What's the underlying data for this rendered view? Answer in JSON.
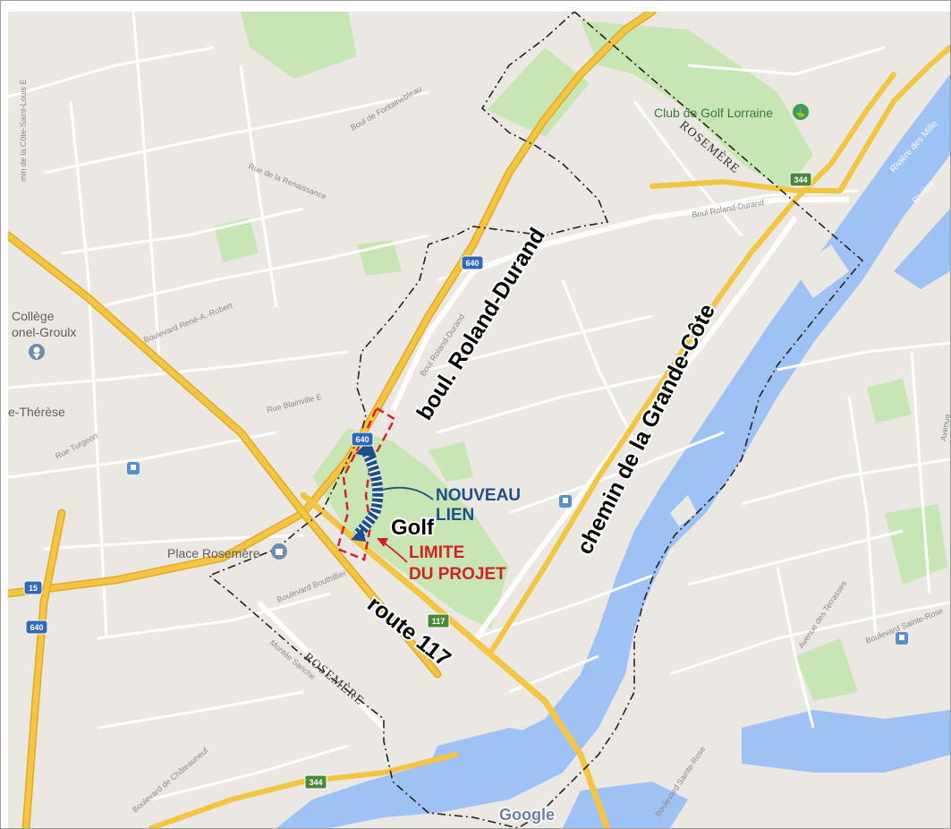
{
  "places": {
    "college_line1": "Collège",
    "college_line2": "onel-Groulx",
    "therese": "e-Thérèse",
    "place_rosemere": "Place Rosemère",
    "club_golf": "Club de Golf Lorraine"
  },
  "streets": {
    "cote_saint_louis": "min de la Côte-Saint-Louis E",
    "fontainebleau": "Boul de Fontainebleau",
    "renaissance": "Rue de la Renaissance",
    "rene_robert": "Boulevard René-A.-Robert",
    "blainville": "Rue Blainville E",
    "turgeon": "Rue Turgeon",
    "roland_durand_small": "Boul Roland-Durand",
    "roland_durand_small2": "Boul Roland-Durand",
    "bouthillier": "Boulevard Bouthillier",
    "montee_sanche": "Montée Sanche",
    "chateauneuf": "Boulevard de Châteauneuf",
    "terrasses": "Avenue des Terrasses",
    "sainte_rose": "Boulevard Sainte-Rose",
    "sainte_rose_small": "Boulevard Sainte-Rose",
    "avenue_right": "Avenue"
  },
  "water": {
    "riviere_1": "Rivière des Mille",
    "riviere_2": "Rivière"
  },
  "borders": {
    "rosemere_top": "ROSEMÈRE",
    "rosemere_bottom": "ROSEMÈRE"
  },
  "shields": {
    "a640_top": "640",
    "a640_mid": "640",
    "a640_left": "640",
    "a15": "15",
    "r344_top": "344",
    "r344_bottom": "344",
    "r117": "117"
  },
  "annotations": {
    "boul_roland_durand": "boul. Roland-Durand",
    "chemin_grande_cote": "chemin de la Grande-Côte",
    "route_117": "route 117",
    "golf": "Golf",
    "nouveau_line1": "NOUVEAU",
    "nouveau_line2": "LIEN",
    "limite_line1": "LIMITE",
    "limite_line2": "DU PROJET"
  },
  "attribution": {
    "google": "Google"
  },
  "icons": {
    "college_marker": "education-pin-icon",
    "golf_marker": "golf-pin-icon",
    "place_marker": "shopping-pin-icon",
    "train_1": "train-station-icon",
    "train_2": "train-station-icon",
    "train_3": "train-station-icon"
  },
  "colors": {
    "land": "#ebe8e3",
    "park": "#c8e6b4",
    "water": "#9fc2f5",
    "highway": "#f4c542",
    "street": "#ffffff",
    "boundary": "#222222",
    "project_limit": "#d62027",
    "new_link": "#1f4e8c"
  }
}
